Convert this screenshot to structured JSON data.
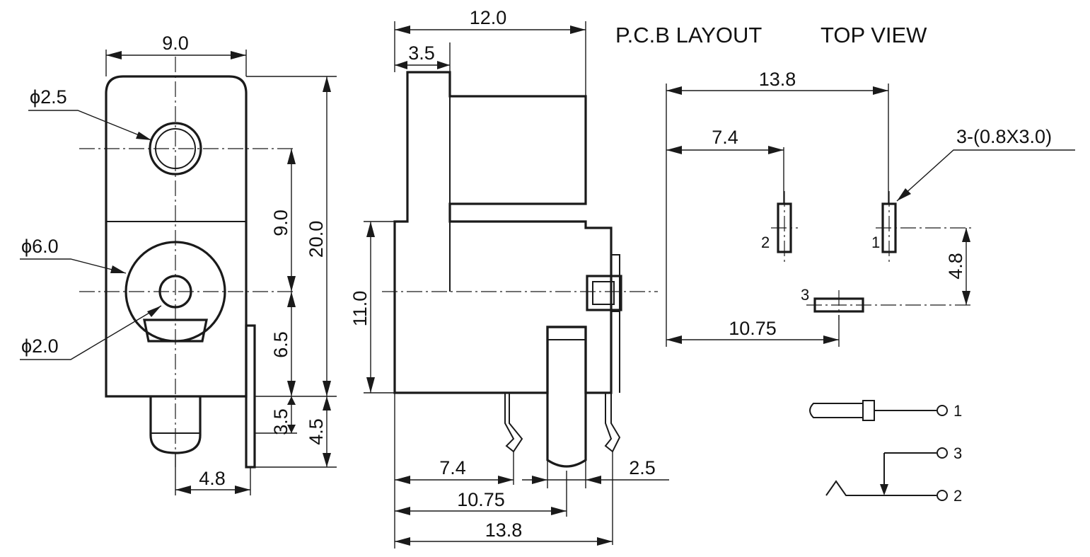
{
  "front_view": {
    "width_dim": "9.0",
    "hole_small_dia": "ϕ2.5",
    "hole_large_dia": "ϕ6.0",
    "pin_dia": "ϕ2.0",
    "height_dim": "20.0",
    "hole_spacing_dim": "9.0",
    "lower_hole_dim": "6.5",
    "pin_offset_dim": "3.5",
    "pin_length_dim": "4.5",
    "bottom_offset_dim": "4.8"
  },
  "side_view": {
    "length_dim": "12.0",
    "flange_dim": "3.5",
    "height_dim": "11.0",
    "pin1_dim": "7.4",
    "pin2_dim": "10.75",
    "pin3_dim": "13.8",
    "pin_spacing_dim": "2.5"
  },
  "pcb_layout": {
    "title": "P.C.B LAYOUT",
    "view_label": "TOP VIEW",
    "total_span_dim": "13.8",
    "pin2_offset_dim": "7.4",
    "pin3_offset_dim": "10.75",
    "vertical_dim": "4.8",
    "pad_spec": "3-(0.8X3.0)",
    "pin_label_1": "1",
    "pin_label_2": "2",
    "pin_label_3": "3"
  },
  "schematic": {
    "terminal_1": "1",
    "terminal_3": "3",
    "terminal_2": "2"
  }
}
